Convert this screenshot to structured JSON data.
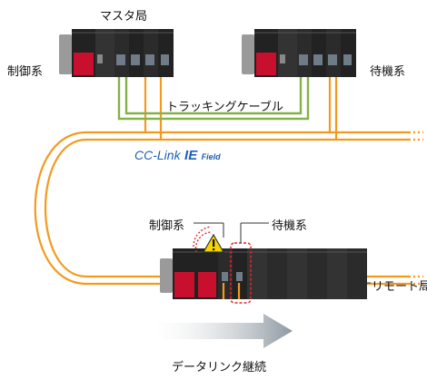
{
  "labels": {
    "master_station": "マスタ局",
    "control_system_top": "制御系",
    "standby_system_top": "待機系",
    "tracking_cable": "トラッキングケーブル",
    "control_system_remote": "制御系",
    "standby_system_remote": "待機系",
    "remote_station": "リモート局",
    "data_link_continuation": "データリンク継続"
  },
  "logo": {
    "network_name": "CC-Link",
    "network_ie": "IE",
    "network_field": "Field"
  },
  "colors": {
    "cable_orange": "#f39a1e",
    "tracking_green": "#86b04a",
    "logo_blue": "#1e5fb4",
    "module_red": "#c8102e",
    "module_dark": "#2b2b2b",
    "arrow_gray": "#9aa5ad",
    "warning_yellow": "#f6d400"
  },
  "icons": {
    "warning": "warning-icon"
  }
}
